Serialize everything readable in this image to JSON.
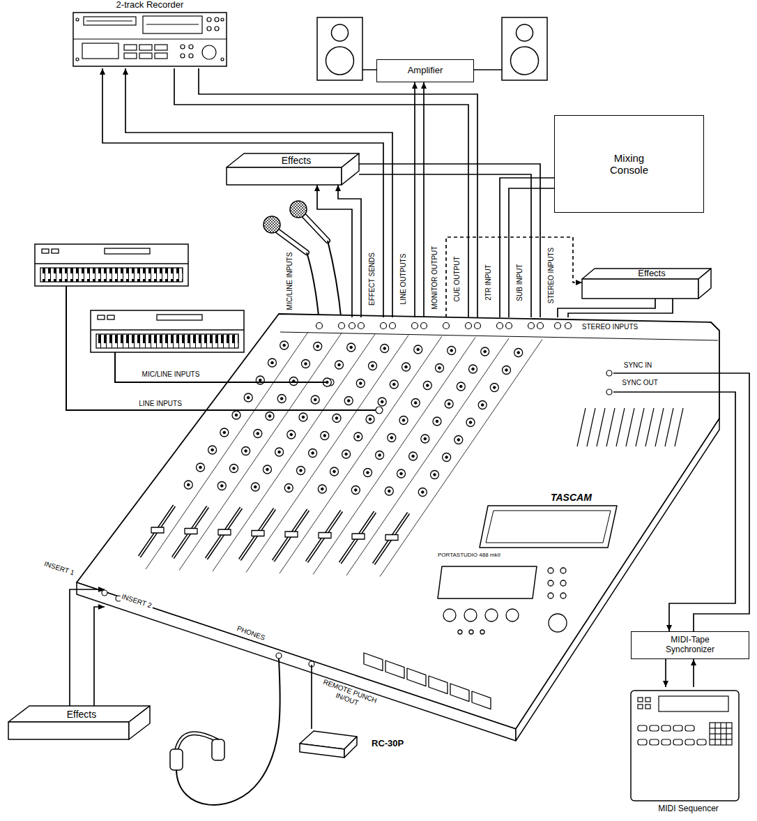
{
  "diagram": {
    "nodes": [
      {
        "text": [
          "2-track Recorder"
        ]
      },
      {
        "text": [
          "Amplifier"
        ]
      },
      {
        "text": [
          "Mixing Console"
        ]
      },
      {
        "text": [
          "Effects"
        ]
      },
      {
        "text": [
          "Effects"
        ]
      },
      {
        "text": [
          "TASCAM",
          "PORTASTUDIO 488 mkII"
        ]
      },
      {
        "text": [
          "MIDI-Tape Synchronizer"
        ]
      },
      {
        "text": [
          "Effects"
        ]
      },
      {
        "text": [
          "RC-30P"
        ]
      },
      {
        "text": [
          "MIDI Sequencer"
        ]
      }
    ],
    "edges": [
      {
        "from": 5,
        "to": 0,
        "arrow": "to"
      },
      {
        "from": 5,
        "to": 0,
        "arrow": "to"
      },
      {
        "from": 0,
        "to": 5,
        "arrow": "none"
      },
      {
        "from": 0,
        "to": 5,
        "arrow": "none"
      },
      {
        "from": 5,
        "to": 1,
        "arrow": "to"
      },
      {
        "from": 5,
        "to": 1,
        "arrow": "to"
      },
      {
        "from": 5,
        "to": 3,
        "arrow": "to"
      },
      {
        "from": 5,
        "to": 3,
        "arrow": "to"
      },
      {
        "from": 3,
        "to": 5,
        "arrow": "none"
      },
      {
        "from": 3,
        "to": 5,
        "arrow": "none"
      },
      {
        "from": 5,
        "to": 4,
        "arrow": "to"
      },
      {
        "from": 4,
        "to": 5,
        "arrow": "none"
      },
      {
        "from": 4,
        "to": 5,
        "arrow": "none"
      },
      {
        "from": 2,
        "to": 5,
        "arrow": "none"
      },
      {
        "from": 2,
        "to": 5,
        "arrow": "none"
      },
      {
        "from": 5,
        "to": 6,
        "arrow": "to"
      },
      {
        "from": 6,
        "to": 5,
        "arrow": "none"
      },
      {
        "from": 7,
        "to": 5,
        "arrow": "to"
      },
      {
        "from": 7,
        "to": 5,
        "arrow": "to"
      },
      {
        "from": 6,
        "to": 9,
        "arrow": "to"
      },
      {
        "from": 9,
        "to": 6,
        "arrow": "to"
      },
      {
        "from": 8,
        "to": 5,
        "arrow": "none"
      }
    ],
    "labels": [
      "MIC/LINE INPUTS",
      "EFFECT SENDS",
      "LINE OUTPUTS",
      "MONITOR OUTPUT",
      "CUE OUTPUT",
      "2TR INPUT",
      "SUB INPUT",
      "STEREO INPUTS",
      "STEREO INPUTS",
      "MIC/LINE INPUTS",
      "LINE INPUTS",
      "SYNC IN",
      "SYNC OUT",
      "INSERT 1",
      "INSERT 2",
      "PHONES",
      "REMOTE PUNCH IN/OUT"
    ]
  }
}
